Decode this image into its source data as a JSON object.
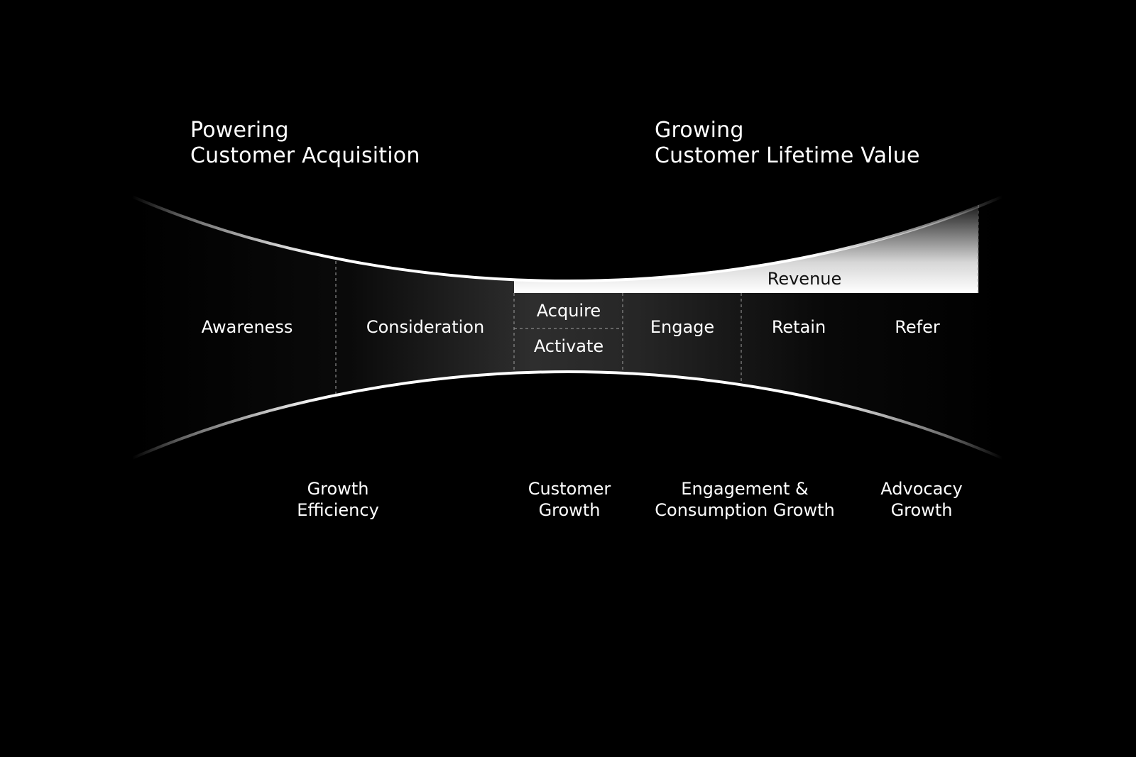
{
  "headings": {
    "left": {
      "line1": "Powering",
      "line2": "Customer Acquisition"
    },
    "right": {
      "line1": "Growing",
      "line2": "Customer Lifetime Value"
    }
  },
  "stages": {
    "awareness": "Awareness",
    "consideration": "Consideration",
    "acquire": "Acquire",
    "activate": "Activate",
    "engage": "Engage",
    "retain": "Retain",
    "refer": "Refer"
  },
  "revenue_label": "Revenue",
  "outcomes": {
    "growth_efficiency": {
      "line1": "Growth",
      "line2": "Efficiency"
    },
    "customer_growth": {
      "line1": "Customer",
      "line2": "Growth"
    },
    "engagement_growth": {
      "line1": "Engagement &",
      "line2": "Consumption Growth"
    },
    "advocacy_growth": {
      "line1": "Advocacy",
      "line2": "Growth"
    }
  },
  "colors": {
    "background": "#000000",
    "line": "#ffffff",
    "text": "#ffffff",
    "revenue_text": "#111111"
  }
}
